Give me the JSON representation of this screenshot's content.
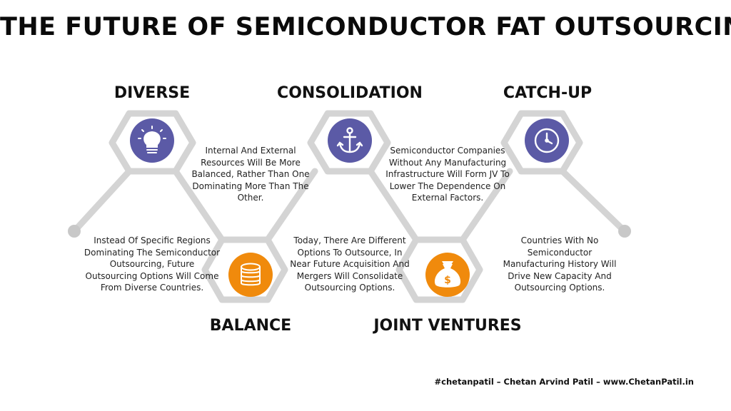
{
  "title": "THE FUTURE OF SEMICONDUCTOR FAT OUTSOURCING",
  "colors": {
    "frame": "#d4d4d4",
    "top_circle": "#5b5aa6",
    "bottom_circle": "#f08a0c",
    "dot": "#c8c8c8"
  },
  "stages": [
    {
      "label": "DIVERSE",
      "icon": "lightbulb-icon",
      "description": [
        "Instead Of Specific Regions",
        "Dominating The Semiconductor",
        "Outsourcing, Future",
        "Outsourcing Options Will Come",
        "From Diverse Countries."
      ]
    },
    {
      "label": "BALANCE",
      "icon": "coin-stack-icon",
      "description": [
        "Internal And External",
        "Resources Will Be More",
        "Balanced, Rather Than One",
        "Dominating More Than The",
        "Other."
      ]
    },
    {
      "label": "CONSOLIDATION",
      "icon": "anchor-icon",
      "description": [
        "Today, There Are Different",
        "Options To Outsource, In",
        "Near Future Acquisition And",
        "Mergers Will Consolidate",
        "Outsourcing Options."
      ]
    },
    {
      "label": "JOINT VENTURES",
      "icon": "money-bag-icon",
      "description": [
        "Semiconductor Companies",
        "Without Any Manufacturing",
        "Infrastructure Will Form JV To",
        "Lower The Dependence On",
        "External Factors."
      ]
    },
    {
      "label": "CATCH-UP",
      "icon": "clock-icon",
      "description": [
        "Countries With No",
        "Semiconductor",
        "Manufacturing History Will",
        "Drive New Capacity And",
        "Outsourcing Options."
      ]
    }
  ],
  "footer": "#chetanpatil – Chetan Arvind Patil – www.ChetanPatil.in"
}
